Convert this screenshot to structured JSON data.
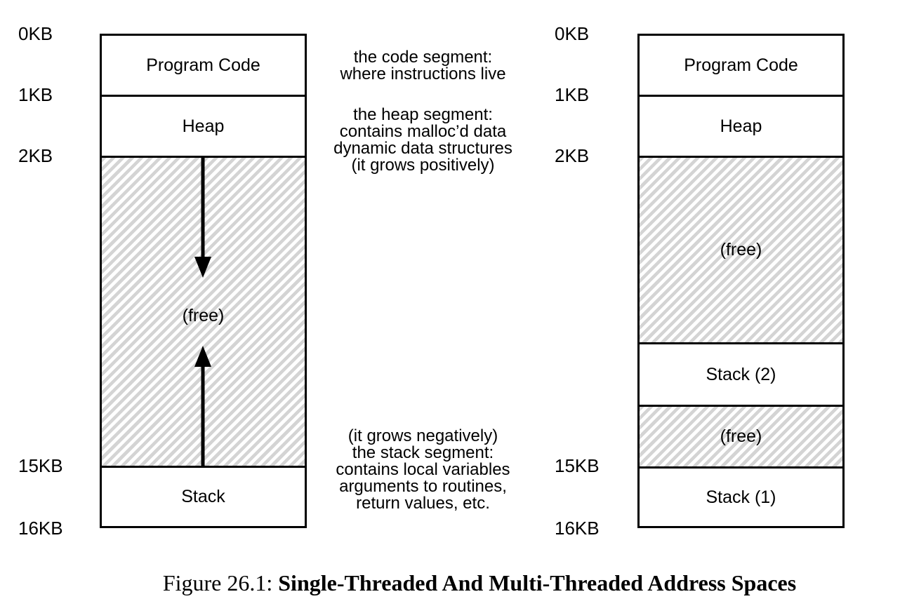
{
  "caption": {
    "prefix": "Figure 26.1: ",
    "title": "Single-Threaded And Multi-Threaded Address Spaces"
  },
  "left_diagram": {
    "description": "single-threaded address space",
    "address_labels": [
      "0KB",
      "1KB",
      "2KB",
      "15KB",
      "16KB"
    ],
    "segments": {
      "code": "Program Code",
      "heap": "Heap",
      "free": "(free)",
      "stack": "Stack"
    },
    "icons": {
      "down_arrow": "heap-grows-down-arrow",
      "up_arrow": "stack-grows-up-arrow"
    }
  },
  "right_diagram": {
    "description": "multi-threaded address space",
    "address_labels": [
      "0KB",
      "1KB",
      "2KB",
      "15KB",
      "16KB"
    ],
    "segments": {
      "code": "Program Code",
      "heap": "Heap",
      "free_upper": "(free)",
      "stack2": "Stack (2)",
      "free_lower": "(free)",
      "stack1": "Stack (1)"
    }
  },
  "annotations": {
    "code": [
      "the code segment:",
      "where instructions live"
    ],
    "heap": [
      "the heap segment:",
      "contains malloc’d data",
      "dynamic data structures",
      "(it grows positively)"
    ],
    "stack": [
      "(it grows negatively)",
      "the stack segment:",
      "contains local variables",
      "arguments to routines,",
      "return values, etc."
    ]
  },
  "colors": {
    "hatch_gray": "#d4d4d4",
    "line_black": "#000000",
    "background": "#ffffff"
  }
}
